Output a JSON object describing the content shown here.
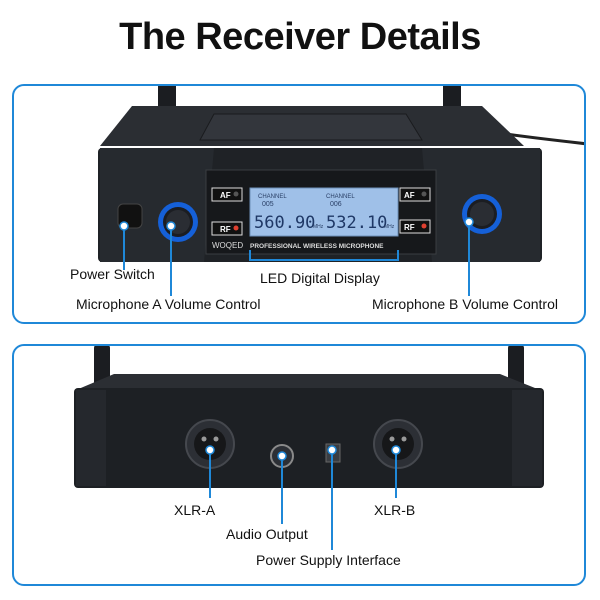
{
  "title": "The Receiver Details",
  "accent_color": "#1f88d8",
  "front_panel": {
    "brand": "WOQED",
    "product_name": "PROFESSIONAL WIRELESS MICROPHONE",
    "channel_label": "CHANNEL",
    "channel_a": "005",
    "channel_b": "006",
    "freq_a": "560.90",
    "freq_b": "532.10",
    "freq_unit": "MHz",
    "af_label": "AF",
    "rf_label": "RF",
    "labels": {
      "power_switch": "Power Switch",
      "mic_a_volume": "Microphone A Volume Control",
      "led_display": "LED Digital Display",
      "mic_b_volume": "Microphone B Volume Control"
    }
  },
  "rear_panel": {
    "labels": {
      "xlr_a": "XLR-A",
      "audio_output": "Audio Output",
      "xlr_b": "XLR-B",
      "power_supply": "Power Supply Interface"
    }
  }
}
